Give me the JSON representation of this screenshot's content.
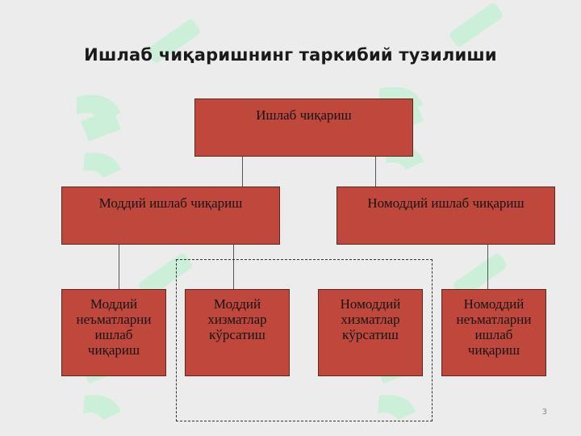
{
  "title": "Ишлаб чиқаришнинг таркибий тузилиши",
  "root": {
    "label": "Ишлаб чиқариш"
  },
  "level2": [
    {
      "label": "Моддий ишлаб чиқариш"
    },
    {
      "label": "Номоддий ишлаб чиқариш"
    }
  ],
  "level3": [
    {
      "label": "Моддий\nнеъматларни\nишлаб\nчиқариш"
    },
    {
      "label": "Моддий\nхизматлар\nкўрсатиш"
    },
    {
      "label": "Номоддий\nхизматлар\nкўрсатиш"
    },
    {
      "label": "Номоддий\nнеъматларни\nишлаб\nчиқариш"
    }
  ],
  "page_number": "3",
  "colors": {
    "box_fill": "#c0473b",
    "background": "#ececec",
    "watermark": "#c9f0d8"
  }
}
